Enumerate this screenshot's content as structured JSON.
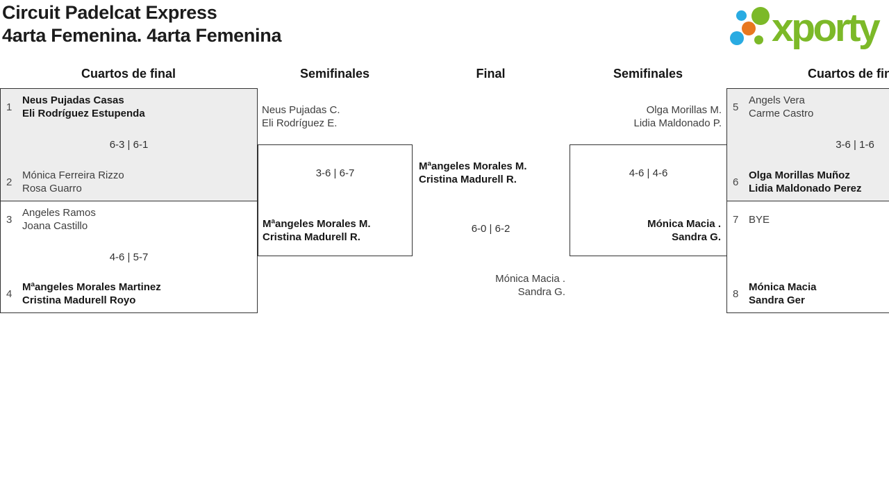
{
  "header": {
    "title": "Circuit Padelcat Express",
    "subtitle": "4arta Femenina. 4arta Femenina",
    "logo_text": "xporty"
  },
  "round_headers": {
    "left_quarter": "Cuartos de final",
    "left_semi": "Semifinales",
    "final": "Final",
    "right_semi": "Semifinales",
    "right_quarter": "Cuartos de final"
  },
  "matches": {
    "qf_left_top": {
      "top": {
        "seed": "1",
        "lines": [
          "Neus Pujadas Casas",
          "Eli Rodríguez Estupenda"
        ]
      },
      "score": "6-3 | 6-1",
      "bottom": {
        "seed": "2",
        "lines": [
          "Mónica Ferreira Rizzo",
          "Rosa Guarro"
        ]
      },
      "winner": "top"
    },
    "qf_left_bottom": {
      "top": {
        "seed": "3",
        "lines": [
          "Angeles Ramos",
          "Joana Castillo"
        ]
      },
      "score": "4-6 | 5-7",
      "bottom": {
        "seed": "4",
        "lines": [
          "Mªangeles Morales Martinez",
          "Cristina Madurell Royo"
        ]
      },
      "winner": "bottom"
    },
    "sf_left": {
      "top": {
        "lines": [
          "Neus Pujadas C.",
          "Eli Rodríguez E."
        ]
      },
      "score": "3-6 | 6-7",
      "bottom": {
        "lines": [
          "Mªangeles Morales M.",
          "Cristina Madurell R."
        ]
      },
      "winner": "bottom"
    },
    "final": {
      "top": {
        "lines": [
          "Mªangeles Morales M.",
          "Cristina Madurell R."
        ]
      },
      "score": "6-0 | 6-2",
      "bottom": {
        "lines": [
          "Mónica Macia .",
          "Sandra G."
        ]
      },
      "winner": "top"
    },
    "sf_right": {
      "top": {
        "lines": [
          "Olga Morillas M.",
          "Lidia Maldonado P."
        ]
      },
      "score": "4-6 | 4-6",
      "bottom": {
        "lines": [
          "Mónica Macia .",
          "Sandra G."
        ]
      },
      "winner": "bottom"
    },
    "qf_right_top": {
      "top": {
        "seed": "5",
        "lines": [
          "Angels Vera",
          "Carme Castro"
        ]
      },
      "score": "3-6 | 1-6",
      "bottom": {
        "seed": "6",
        "lines": [
          "Olga Morillas Muñoz",
          "Lidia Maldonado Perez"
        ]
      },
      "winner": "bottom"
    },
    "qf_right_bottom": {
      "top": {
        "seed": "7",
        "lines": [
          "BYE"
        ]
      },
      "score": "",
      "bottom": {
        "seed": "8",
        "lines": [
          "Mónica Macia",
          "Sandra Ger"
        ]
      },
      "winner": "bottom"
    }
  },
  "colors": {
    "logo_green": "#7cb928",
    "logo_blue": "#29abe2",
    "logo_orange": "#e8781f",
    "box_fill_gray": "#ededed",
    "box_border": "#323232",
    "text_dark": "#171717",
    "text_regular": "#3e3e3e"
  }
}
